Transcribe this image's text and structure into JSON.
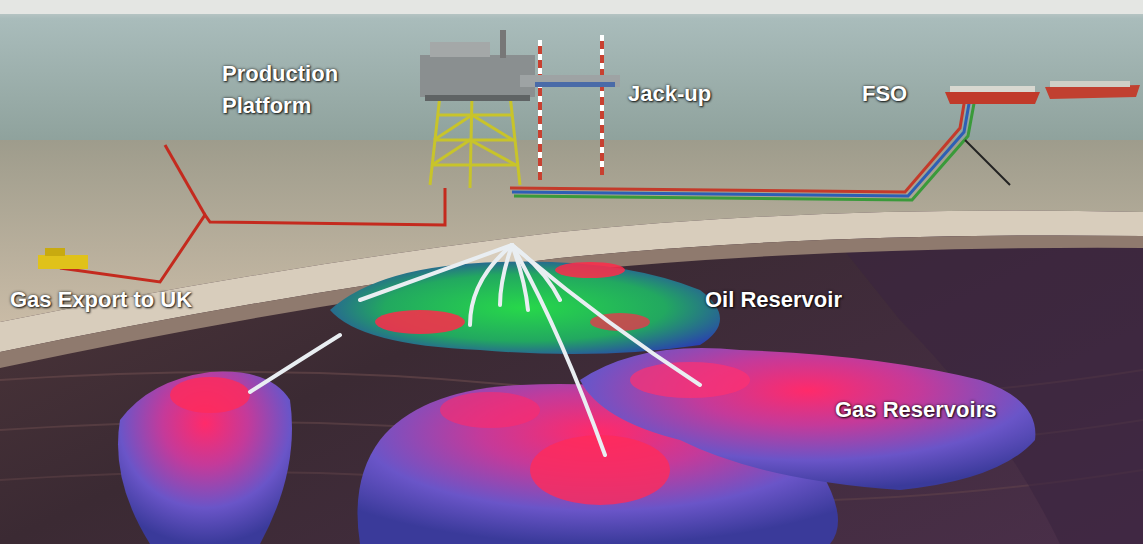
{
  "diagram": {
    "labels": [
      "Production Platform",
      "Jack-up",
      "FSO",
      "Gas Export to UK",
      "Oil Reservoir",
      "Gas Reservoirs"
    ]
  }
}
